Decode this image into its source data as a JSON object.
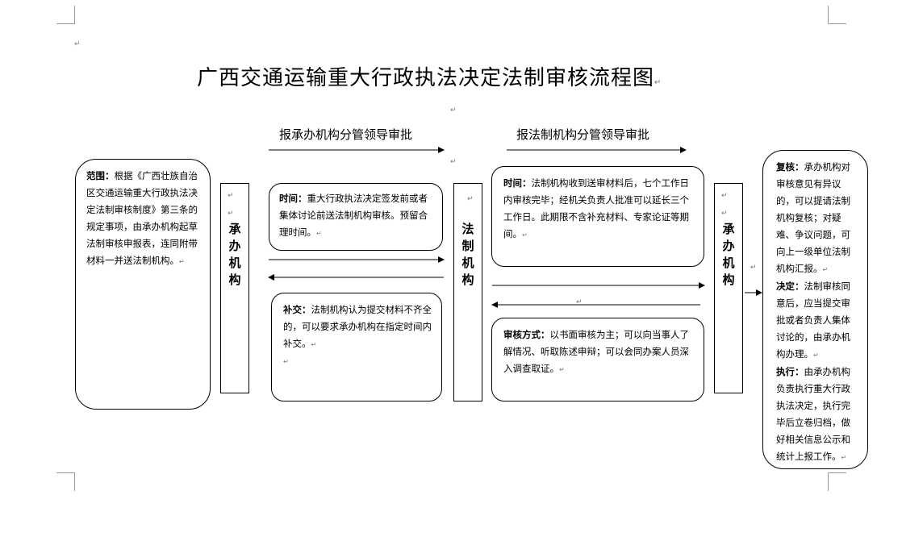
{
  "title": "广西交通运输重大行政执法决定法制审核流程图",
  "arrow_labels": {
    "to_undertaker_leader": "报承办机构分管领导审批",
    "to_legal_leader": "报法制机构分管领导审批"
  },
  "scope": {
    "label": "范围：",
    "text": "根据《广西壮族自治区交通运输重大行政执法决定法制审核制度》第三条的规定事项，由承办机构起草法制审核申报表，连同附带材料一并送法制机构。"
  },
  "columns": {
    "undertaker_left": "承办机构",
    "legal": "法制机构",
    "undertaker_right": "承办机构"
  },
  "time_submit": {
    "label": "时间：",
    "text": "重大行政执法决定签发前或者集体讨论前送法制机构审核。预留合理时间。"
  },
  "supplement": {
    "label": "补交：",
    "text": "法制机构认为提交材料不齐全的，可以要求承办机构在指定时间内补交。"
  },
  "time_review": {
    "label": "时间：",
    "text": "法制机构收到送审材料后，七个工作日内审核完毕；经机关负责人批准可以延长三个工作日。此期限不含补充材料、专家论证等期间。"
  },
  "review_method": {
    "label": "审核方式：",
    "text": "以书面审核为主；可以向当事人了解情况、听取陈述申辩；可以会同办案人员深入调查取证。"
  },
  "final": {
    "recheck_label": "复核：",
    "recheck_text": "承办机构对审核意见有异议的，可以提请法制机构复核；对疑难、争议问题，可向上一级单位法制机构汇报。",
    "decide_label": "决定：",
    "decide_text": "法制审核同意后，应当提交审批或者负责人集体讨论的，由承办机构办理。",
    "execute_label": "执行：",
    "execute_text": "由承办机构负责执行重大行政执法决定，执行完毕后立卷归档，做好相关信息公示和统计上报工作。"
  }
}
